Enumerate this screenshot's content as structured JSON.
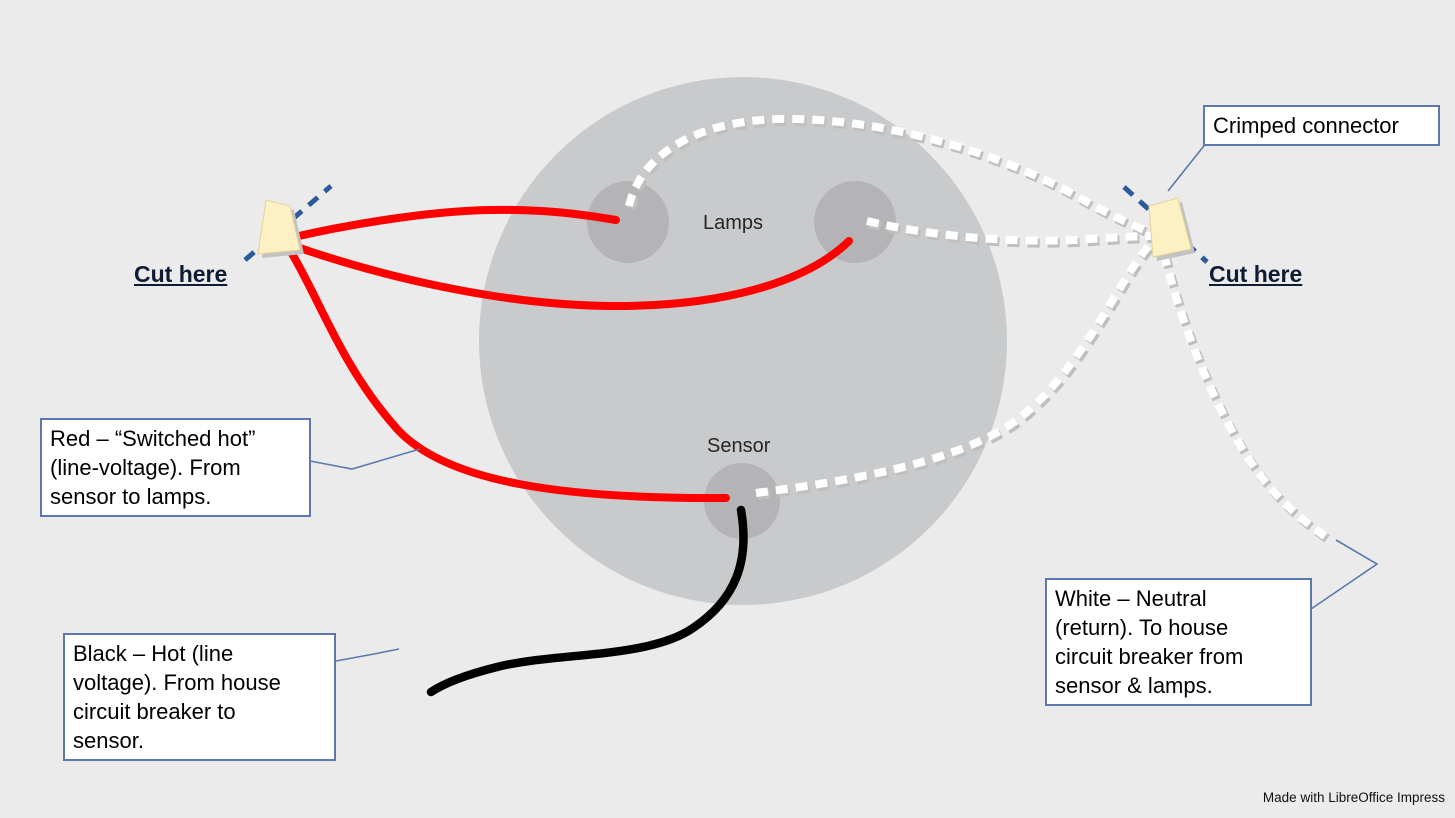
{
  "diagram": {
    "lamps_label": "Lamps",
    "sensor_label": "Sensor",
    "cut_here_left": "Cut here",
    "cut_here_right": "Cut here"
  },
  "callouts": {
    "crimped": {
      "text": "Crimped connector"
    },
    "red": {
      "lines": [
        "Red – “Switched hot”",
        "(line-voltage). From",
        "sensor to lamps."
      ]
    },
    "black": {
      "lines": [
        "Black – Hot (line",
        "voltage). From house",
        "circuit breaker to",
        "sensor."
      ]
    },
    "white": {
      "lines": [
        "White – Neutral",
        "(return). To house",
        "circuit breaker from",
        "sensor & lamps."
      ]
    }
  },
  "footer": {
    "credit": "Made with LibreOffice Impress"
  },
  "colors": {
    "background": "#ebebeb",
    "fixture_body": "#c9cacb",
    "port_circle": "#b4b4b6",
    "red_wire": "#ff0000",
    "black_wire": "#000000",
    "white_wire": "#ffffff",
    "wire_shadow": "#bfbfbf",
    "connector_fill": "#fdf0c2",
    "connector_shadow": "#c2c2c2",
    "cut_mark_blue": "#2d5a9b",
    "callout_border": "#5b79ad",
    "cut_here_text": "#0f1b33"
  }
}
